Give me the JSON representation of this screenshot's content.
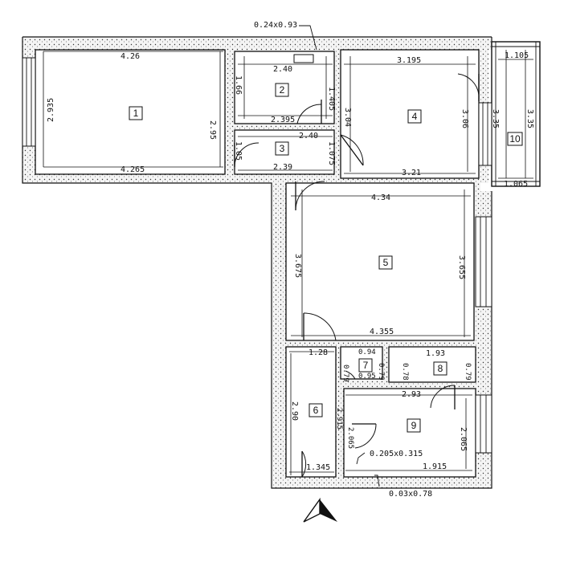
{
  "rooms": [
    "1",
    "2",
    "3",
    "4",
    "5",
    "6",
    "7",
    "8",
    "9",
    "10"
  ],
  "dims": {
    "top_note": "0.24x0.93",
    "r1_top": "4.26",
    "r1_bottom": "4.265",
    "r1_left": "2.935",
    "r1_right": "2.95",
    "r2_top": "2.40",
    "r2_left": "1.66",
    "r2_right": "1.405",
    "r2_bottom": "2.395",
    "r3_top": "2.40",
    "r3_bottom": "2.39",
    "r3_left": "1.05",
    "r3_right": "1.075",
    "r4_top": "3.195",
    "r4_left": "3.04",
    "r4_right": "3.06",
    "r4_bottom": "3.21",
    "r10_top": "1.105",
    "r10_left": "3.35",
    "r10_right": "3.35",
    "r10_bottom": "1.065",
    "r5_top": "4.34",
    "r5_left": "3.675",
    "r5_right": "3.655",
    "r5_bottom": "4.355",
    "r6_top": "1.28",
    "r6_left": "2.90",
    "r6_bottom": "1.345",
    "r7_top": "0.94",
    "r7_left": "0.79",
    "r7_bottom": "0.95",
    "r7_right": "0.79",
    "r8_top": "1.93",
    "r8_left": "0.78",
    "r8_right": "0.79",
    "r9_top": "2.93",
    "r9_left_a": "2.915",
    "r9_left_b": "2.065",
    "r9_right": "2.065",
    "r9_bottom": "1.915",
    "note_b1": "0.205x0.315",
    "note_b2": "0.03x0.78"
  }
}
